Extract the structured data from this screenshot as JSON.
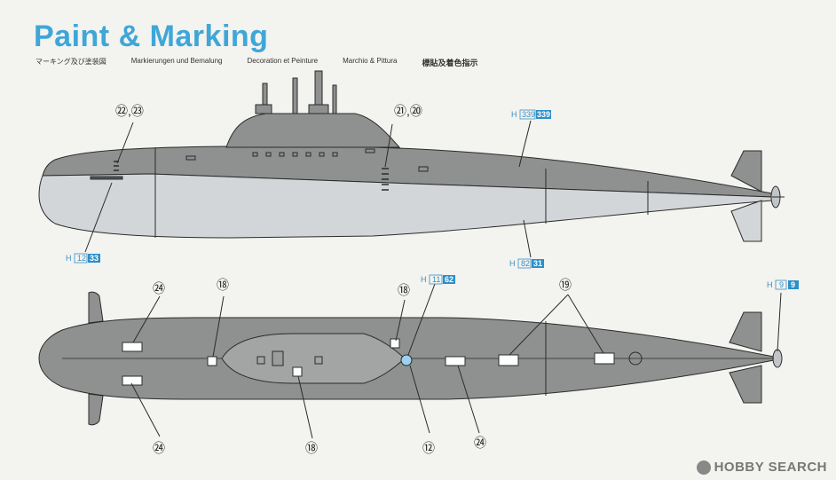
{
  "header": {
    "title": "Paint & Marking",
    "subtitles": [
      "マーキング及び塗装図",
      "Markierungen und Bemalung",
      "Decoration et Peinture",
      "Marchio & Pittura",
      "標貼及着色指示"
    ]
  },
  "colors": {
    "title": "#3fa6d8",
    "hull_dark": "#8e918f",
    "hull_light": "#d3d6d8",
    "line": "#2b2b2b",
    "code_box": "#2d8fc9"
  },
  "side_view": {
    "callouts": [
      "㉒,㉓",
      "㉑,⑳"
    ],
    "color_codes": [
      {
        "prefix": "H",
        "num": "339",
        "box": "339"
      },
      {
        "prefix": "H",
        "num": "12",
        "box": "33"
      },
      {
        "prefix": "H",
        "num": "82",
        "box": "31"
      }
    ]
  },
  "top_view": {
    "callouts": [
      "㉔",
      "⑱",
      "⑱",
      "⑲",
      "㉔",
      "⑱",
      "⑫",
      "㉔"
    ],
    "color_codes": [
      {
        "prefix": "H",
        "num": "11",
        "box": "62"
      },
      {
        "prefix": "H",
        "num": "9",
        "box": "9"
      }
    ]
  },
  "watermark": {
    "text": "HOBBY SEARCH"
  }
}
